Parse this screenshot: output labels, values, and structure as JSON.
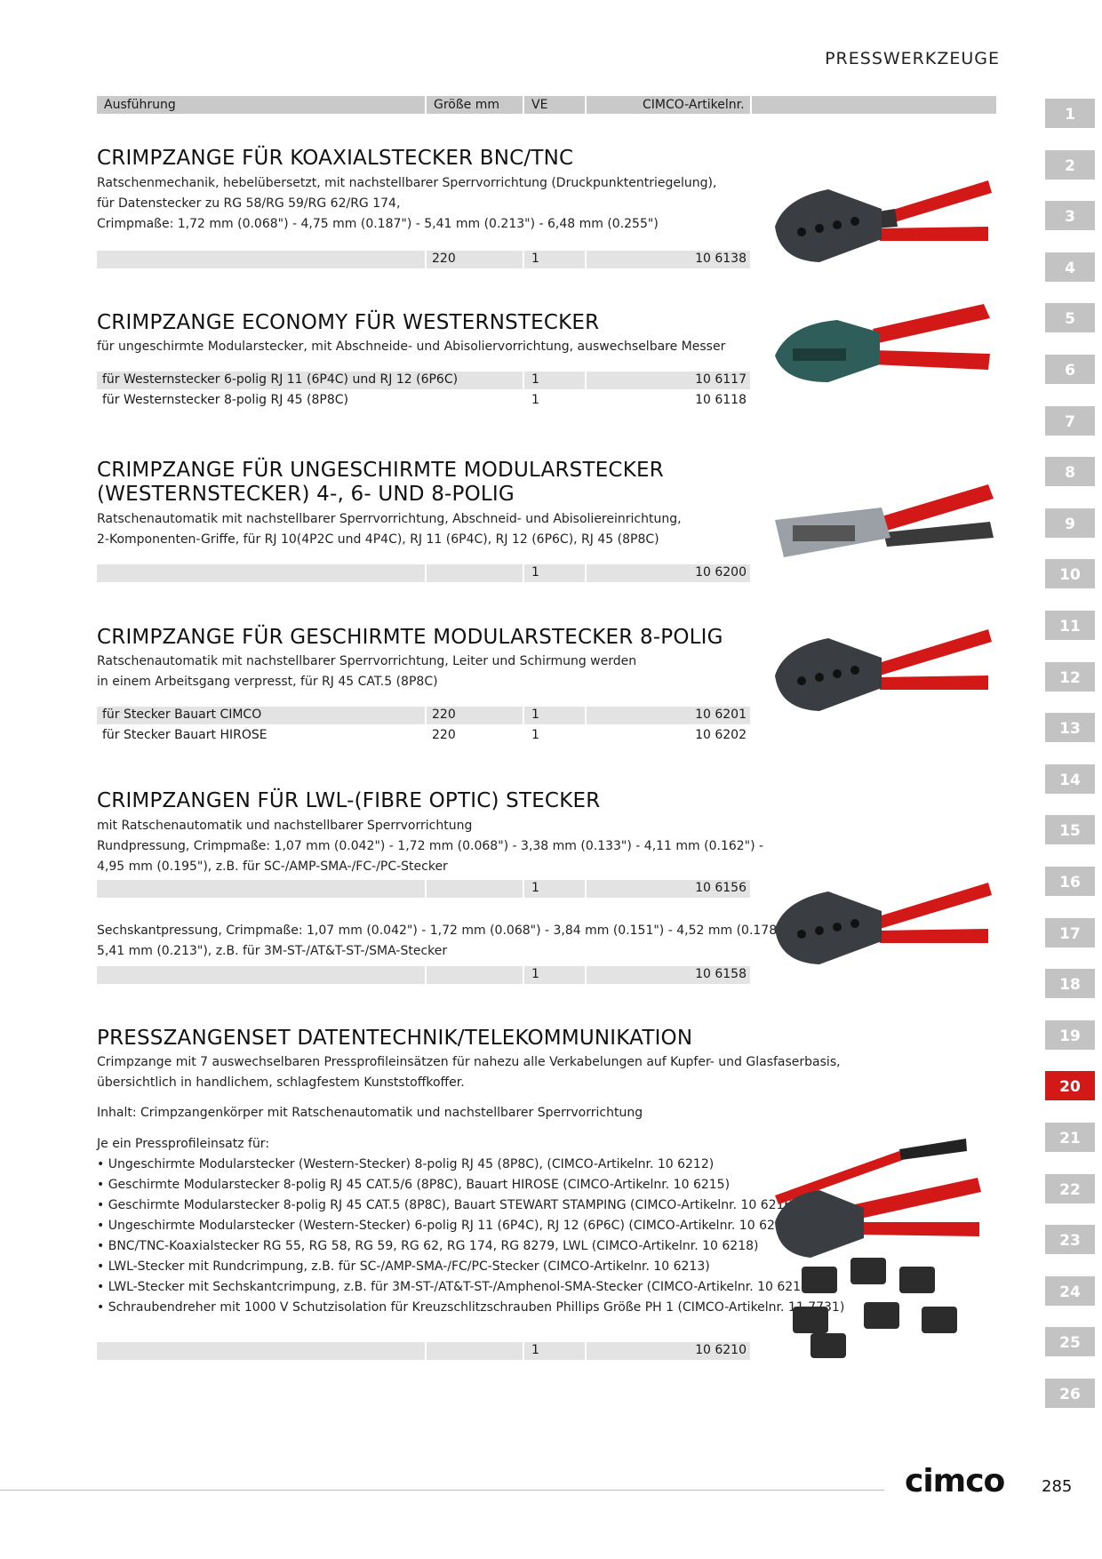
{
  "header": {
    "section": "PRESSWERKZEUGE"
  },
  "columns": {
    "ausfuehrung": "Ausführung",
    "groesse": "Größe mm",
    "ve": "VE",
    "artikel": "CIMCO-Artikelnr."
  },
  "products": [
    {
      "title": "CRIMPZANGE FÜR KOAXIALSTECKER BNC/TNC",
      "desc": [
        "Ratschenmechanik, hebelübersetzt, mit nachstellbarer Sperrvorrichtung (Druckpunktentriegelung),",
        "für Datenstecker zu RG 58/RG 59/RG 62/RG 174,",
        "Crimpmaße: 1,72 mm (0.068\") - 4,75 mm (0.187\") - 5,41 mm (0.213\") - 6,48 mm (0.255\")"
      ],
      "rows": [
        {
          "name": "",
          "size": "220",
          "ve": "1",
          "art": "10 6138"
        }
      ]
    },
    {
      "title": "CRIMPZANGE ECONOMY FÜR WESTERNSTECKER",
      "desc": [
        "für ungeschirmte Modularstecker, mit Abschneide- und Abisoliervorrichtung, auswechselbare Messer"
      ],
      "rows": [
        {
          "name": "für Westernstecker 6-polig RJ 11 (6P4C) und RJ 12 (6P6C)",
          "size": "",
          "ve": "1",
          "art": "10 6117"
        },
        {
          "name": "für Westernstecker 8-polig RJ 45 (8P8C)",
          "size": "",
          "ve": "1",
          "art": "10 6118"
        }
      ]
    },
    {
      "title": "CRIMPZANGE FÜR UNGESCHIRMTE MODULARSTECKER",
      "title2": "(WESTERNSTECKER) 4-, 6- UND 8-POLIG",
      "desc": [
        "Ratschenautomatik mit nachstellbarer Sperrvorrichtung, Abschneid- und Abisoliereinrichtung,",
        "2-Komponenten-Griffe, für RJ 10(4P2C und 4P4C), RJ 11 (6P4C), RJ 12 (6P6C), RJ 45 (8P8C)"
      ],
      "rows": [
        {
          "name": "",
          "size": "",
          "ve": "1",
          "art": "10 6200"
        }
      ]
    },
    {
      "title": "CRIMPZANGE FÜR GESCHIRMTE MODULARSTECKER 8-POLIG",
      "desc": [
        "Ratschenautomatik mit nachstellbarer Sperrvorrichtung, Leiter und Schirmung werden",
        "in einem Arbeitsgang verpresst, für RJ 45 CAT.5 (8P8C)"
      ],
      "rows": [
        {
          "name": "für Stecker Bauart CIMCO",
          "size": "220",
          "ve": "1",
          "art": "10 6201"
        },
        {
          "name": "für Stecker Bauart HIROSE",
          "size": "220",
          "ve": "1",
          "art": "10 6202"
        }
      ]
    },
    {
      "title": "CRIMPZANGEN FÜR LWL-(FIBRE OPTIC) STECKER",
      "desc": [
        "mit Ratschenautomatik und nachstellbarer Sperrvorrichtung",
        "Rundpressung, Crimpmaße: 1,07 mm (0.042\") - 1,72 mm (0.068\") - 3,38 mm (0.133\") - 4,11 mm (0.162\") -",
        "4,95 mm (0.195\"), z.B. für SC-/AMP-SMA-/FC-/PC-Stecker"
      ],
      "rows": [
        {
          "name": "",
          "size": "",
          "ve": "1",
          "art": "10 6156"
        }
      ],
      "desc2": [
        "Sechskantpressung, Crimpmaße: 1,07 mm (0.042\") - 1,72 mm (0.068\") - 3,84 mm (0.151\") - 4,52 mm (0.178\") -",
        "5,41 mm (0.213\"), z.B. für 3M-ST-/AT&T-ST-/SMA-Stecker"
      ],
      "rows2": [
        {
          "name": "",
          "size": "",
          "ve": "1",
          "art": "10 6158"
        }
      ]
    },
    {
      "title": "PRESSZANGENSET DATENTECHNIK/TELEKOMMUNIKATION",
      "desc": [
        "Crimpzange mit 7 auswechselbaren Pressprofileinsätzen für nahezu alle Verkabelungen auf Kupfer- und Glasfaserbasis,",
        "übersichtlich in handlichem, schlagfestem Kunststoffkoffer."
      ],
      "inhalt": "Inhalt: Crimpzangenkörper mit Ratschenautomatik und nachstellbarer Sperrvorrichtung",
      "je": "Je ein Pressprofileinsatz für:",
      "bullets": [
        "• Ungeschirmte Modularstecker (Western-Stecker) 8-polig RJ 45 (8P8C), (CIMCO-Artikelnr. 10 6212)",
        "• Geschirmte Modularstecker 8-polig RJ 45 CAT.5/6 (8P8C), Bauart HIROSE (CIMCO-Artikelnr. 10 6215)",
        "• Geschirmte Modularstecker 8-polig RJ 45 CAT.5 (8P8C), Bauart STEWART STAMPING (CIMCO-Artikelnr. 10 6216)",
        "• Ungeschirmte Modularstecker (Western-Stecker) 6-polig RJ 11 (6P4C), RJ 12 (6P6C) (CIMCO-Artikelnr. 10 6211)",
        "• BNC/TNC-Koaxialstecker RG 55, RG 58, RG 59, RG 62, RG 174, RG 8279, LWL (CIMCO-Artikelnr. 10 6218)",
        "• LWL-Stecker mit Rundcrimpung, z.B. für SC-/AMP-SMA-/FC/PC-Stecker (CIMCO-Artikelnr. 10 6213)",
        "• LWL-Stecker mit Sechskantcrimpung, z.B. für 3M-ST-/AT&T-ST-/Amphenol-SMA-Stecker (CIMCO-Artikelnr. 10 6214)",
        "• Schraubendreher mit 1000 V Schutzisolation für Kreuzschlitzschrauben Phillips Größe PH 1 (CIMCO-Artikelnr. 11 7731)"
      ],
      "rows": [
        {
          "name": "",
          "size": "",
          "ve": "1",
          "art": "10 6210"
        }
      ]
    }
  ],
  "tabs": [
    "1",
    "2",
    "3",
    "4",
    "5",
    "6",
    "7",
    "8",
    "9",
    "10",
    "11",
    "12",
    "13",
    "14",
    "15",
    "16",
    "17",
    "18",
    "19",
    "20",
    "21",
    "22",
    "23",
    "24",
    "25",
    "26"
  ],
  "active_tab": "20",
  "footer": {
    "logo": "cimco",
    "page": "285"
  },
  "colors": {
    "accent": "#d31818",
    "tab_grey": "#c3c3c3",
    "row_grey": "#e3e3e3"
  }
}
